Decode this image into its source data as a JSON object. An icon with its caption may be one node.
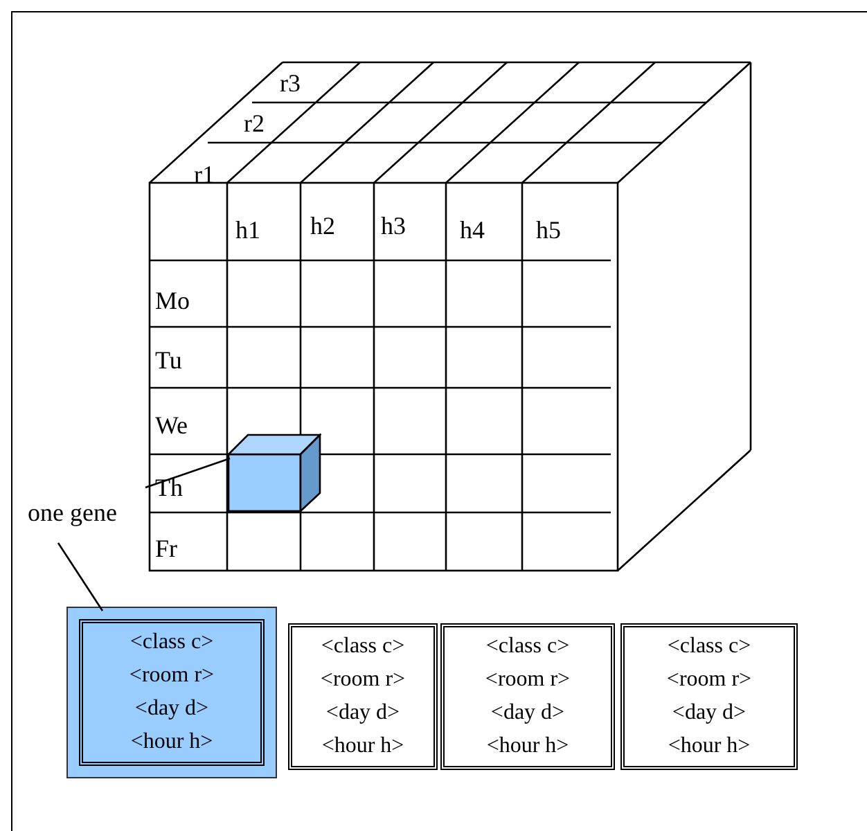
{
  "diagram": {
    "nodes": [
      {
        "text": [
          "one gene"
        ]
      },
      {
        "text": [],
        "shape": "box"
      },
      {
        "text": [
          "<class c>",
          "<room r>",
          "<day d>",
          "<hour h>"
        ]
      },
      {
        "text": [
          "<class c>",
          "<room r>",
          "<day d>",
          "<hour h>"
        ]
      },
      {
        "text": [
          "<class c>",
          "<room r>",
          "<day d>",
          "<hour h>"
        ]
      },
      {
        "text": [
          "<class c>",
          "<room r>",
          "<day d>",
          "<hour h>"
        ]
      }
    ],
    "edges": [
      {
        "from": 0,
        "to": 1,
        "arrow": "none"
      },
      {
        "from": 0,
        "to": 2,
        "arrow": "none"
      }
    ],
    "labels": [
      "r3",
      "r2",
      "r1",
      "h1",
      "h2",
      "h3",
      "h4",
      "h5",
      "Mo",
      "Tu",
      "We",
      "Th",
      "Fr"
    ]
  }
}
